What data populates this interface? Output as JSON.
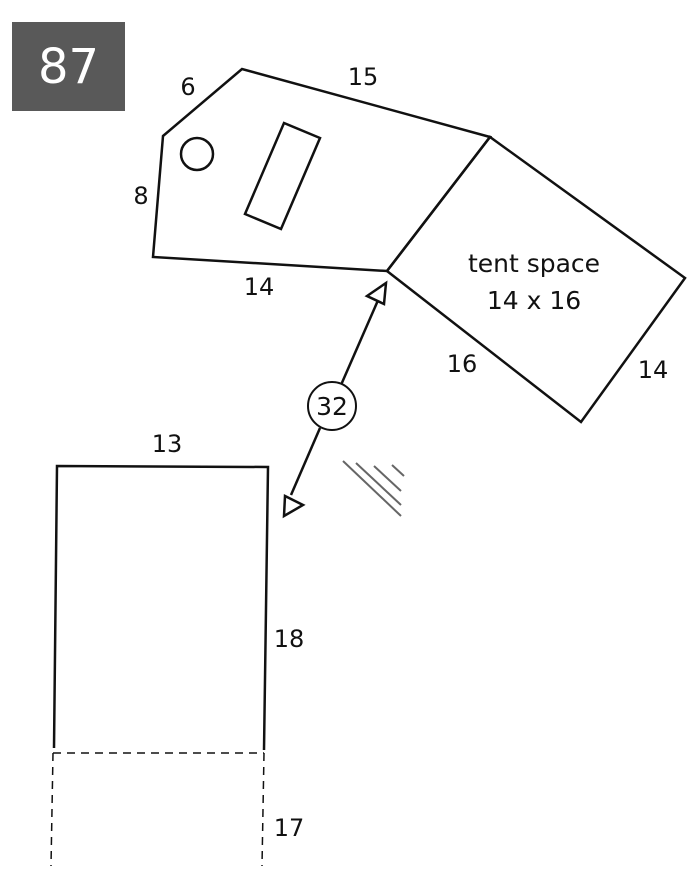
{
  "site_number": "87",
  "pad": {
    "top_left_edge": "6",
    "top_edge": "15",
    "left_edge": "8",
    "bottom_edge": "14"
  },
  "tent": {
    "label_line1": "tent space",
    "label_line2": "14 x 16",
    "side_left": "16",
    "side_right": "14"
  },
  "distance": "32",
  "parking": {
    "top": "13",
    "right": "18",
    "extension": "17"
  }
}
